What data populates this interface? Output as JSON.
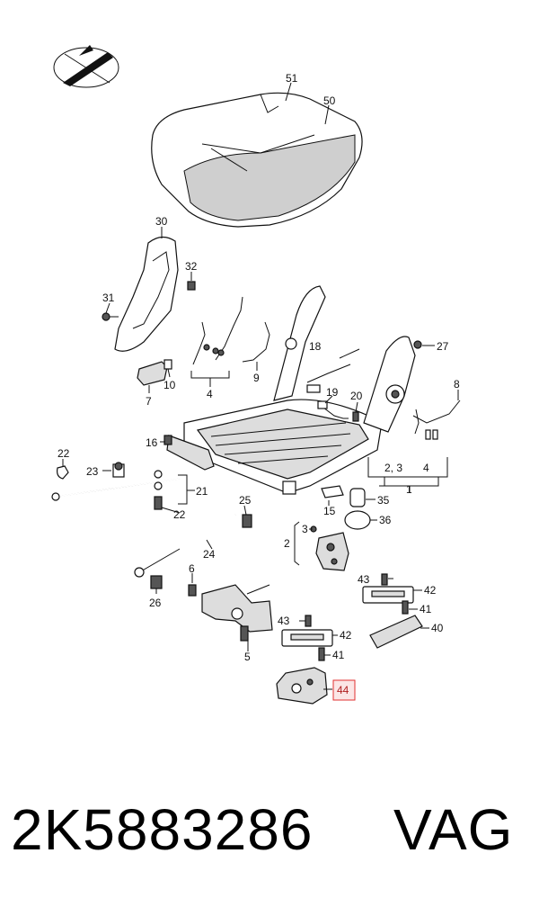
{
  "callouts": {
    "c51": "51",
    "c50": "50",
    "c30": "30",
    "c32": "32",
    "c31": "31",
    "c7": "7",
    "c10": "10",
    "c4a": "4",
    "c9": "9",
    "c18": "18",
    "c27": "27",
    "c8": "8",
    "c19": "19",
    "c20": "20",
    "c16": "16",
    "c22a": "22",
    "c23": "23",
    "c21": "21",
    "c22b": "22",
    "c23b": "2, 3",
    "c4b": "4",
    "c1": "1",
    "c35": "35",
    "c15": "15",
    "c36": "36",
    "c25": "25",
    "c3": "3",
    "c2": "2",
    "c24": "24",
    "c6": "6",
    "c43a": "43",
    "c42a": "42",
    "c41a": "41",
    "c40": "40",
    "c26": "26",
    "c43b": "43",
    "c42b": "42",
    "c41b": "41",
    "c5": "5",
    "c44": "44"
  },
  "highlight_color": "#e03030",
  "footer": {
    "part_number": "2K5883286",
    "brand": "VAG"
  }
}
